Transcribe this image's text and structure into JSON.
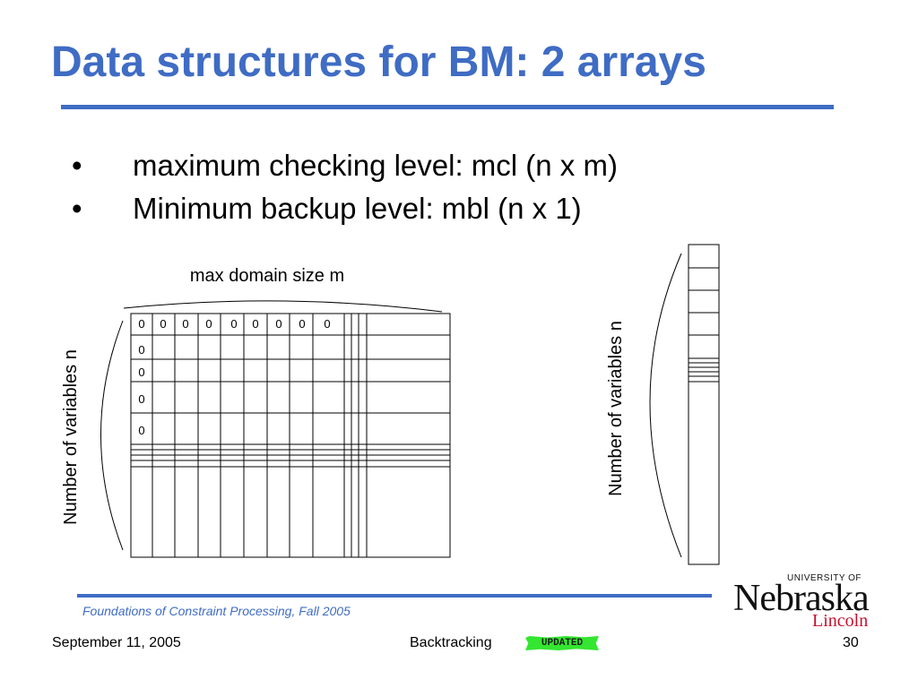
{
  "slide": {
    "title": "Data structures for BM: 2 arrays",
    "bullets": [
      {
        "marker": "•",
        "text": "maximum checking level: mcl (n x m)"
      },
      {
        "marker": "•",
        "text": "Minimum backup level: mbl (n x 1)"
      }
    ]
  },
  "diagram": {
    "mcl_array": {
      "top_label": "max domain size m",
      "side_label": "Number of variables n",
      "first_row_values": [
        "0",
        "0",
        "0",
        "0",
        "0",
        "0",
        "0",
        "0",
        "0"
      ],
      "first_column_values": [
        "0",
        "0",
        "0",
        "0"
      ]
    },
    "mbl_array": {
      "side_label": "Number of variables n"
    }
  },
  "footer": {
    "course": "Foundations of Constraint Processing, Fall 2005",
    "date": "September 11, 2005",
    "topic": "Backtracking",
    "badge": "UPDATED",
    "page_number": "30"
  },
  "logo": {
    "university_of": "UNIVERSITY OF",
    "name": "Nebraska",
    "campus": "Lincoln"
  },
  "colors": {
    "accent": "#3f6cc4",
    "badge": "#34e630",
    "logo_campus": "#c8102e"
  }
}
